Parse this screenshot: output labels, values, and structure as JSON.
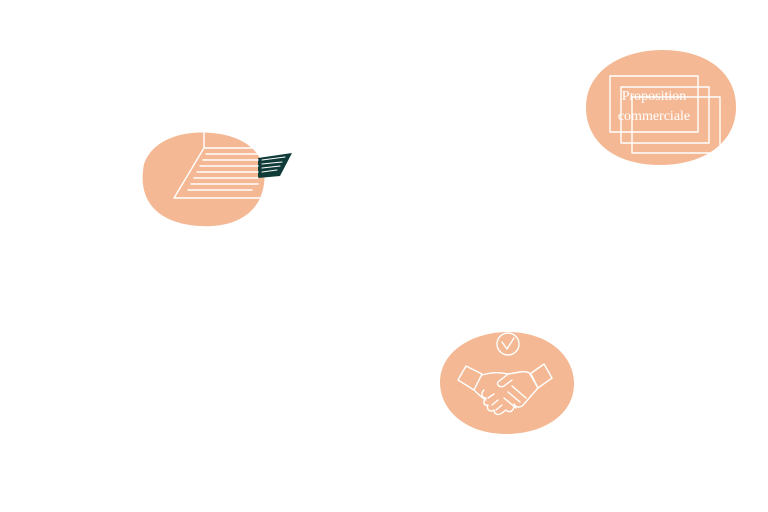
{
  "illustrations": [
    {
      "id": "document",
      "icon": "document-with-card-icon"
    },
    {
      "id": "proposal",
      "icon": "stacked-cards-icon",
      "label_line1": "Proposition",
      "label_line2": "commerciale"
    },
    {
      "id": "handshake",
      "icon": "handshake-icon",
      "badge_icon": "checkmark-badge-icon"
    }
  ],
  "colors": {
    "blob": "#f4b994",
    "accent_dark": "#0f3b38",
    "line": "#ffffff"
  }
}
